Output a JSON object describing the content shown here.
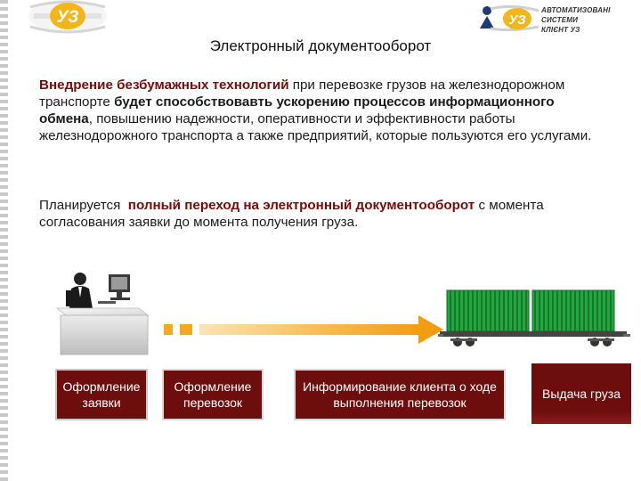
{
  "header": {
    "right_logo_line1": "АВТОМАТИЗОВАНІ СИСТЕМИ",
    "right_logo_line2": "КЛІЄНТ УЗ",
    "left_logo_icon": "uz-railway-logo",
    "right_logo_icon": "uz-client-logo"
  },
  "slide": {
    "title": "Электронный документооборот",
    "paragraph1": {
      "lead": "Внедрение безбумажных технологий",
      "text1": " при перевозке грузов на железнодорожном транспорте ",
      "emph": "будет способствовавть ускорению процессов информационного обмена",
      "text2": ", повышению надежности, оперативности и эффективности работы железнодорожного транспорта а также предприятий, которые пользуются его услугами."
    },
    "paragraph2": {
      "text1": "Планируется  ",
      "emph": "полный переход на электронный документооборот",
      "text2": " с момента согласования заявки до момента получения груза."
    }
  },
  "illustration": {
    "desk_icon": "office-worker-at-computer-icon",
    "arrow_icon": "progress-arrow-icon",
    "train_icon": "freight-train-container-icon"
  },
  "steps": [
    {
      "label": "Оформление заявки"
    },
    {
      "label": "Оформление перевозок"
    },
    {
      "label": "Информирование клиента о ходе выполнения перевозок"
    },
    {
      "label": "Выдача груза"
    }
  ],
  "colors": {
    "accent": "#7a0a0a",
    "step_bg": "#6e0d0d",
    "container_green": "#1f9a3a",
    "logo_yellow": "#f2b51a",
    "arrow_orange": "#f5a623"
  }
}
